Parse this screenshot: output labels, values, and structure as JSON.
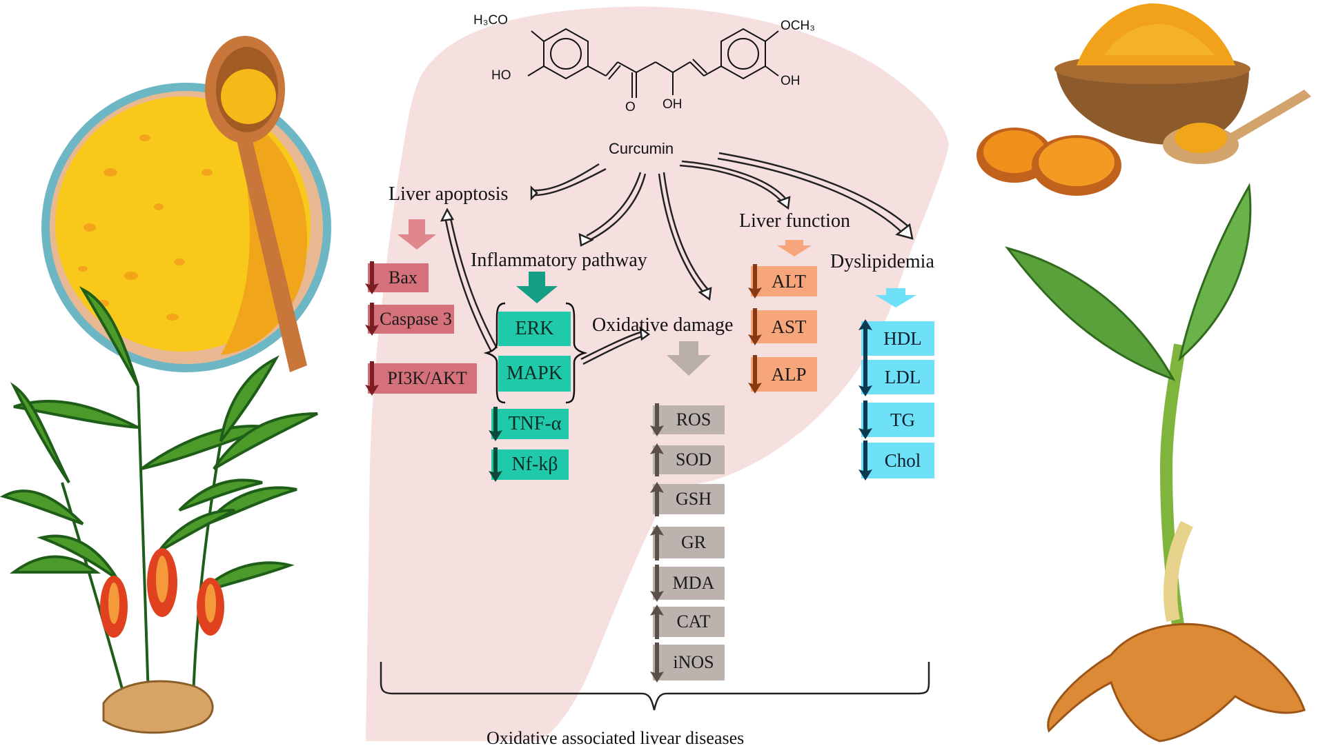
{
  "molecule": {
    "methoxy_left": "H₃CO",
    "methoxy_right": "OCH₃",
    "hydroxy_left": "HO",
    "hydroxy_right": "OH",
    "keto_o": "O",
    "enol_oh": "OH"
  },
  "curcumin_label": "Curcumin",
  "categories": {
    "liver_apoptosis": "Liver apoptosis",
    "inflammatory": "Inflammatory pathway",
    "oxidative": "Oxidative damage",
    "liver_function": "Liver function",
    "dyslipidemia": "Dyslipidemia"
  },
  "apoptosis_markers": [
    {
      "label": "Bax",
      "direction": "down"
    },
    {
      "label": "Caspase 3",
      "direction": "down"
    },
    {
      "label": "PI3K/AKT",
      "direction": "down"
    }
  ],
  "inflammatory_markers": [
    {
      "label": "ERK",
      "direction": "none"
    },
    {
      "label": "MAPK",
      "direction": "none"
    },
    {
      "label": "TNF-α",
      "direction": "down"
    },
    {
      "label": "Nf-kβ",
      "direction": "down"
    }
  ],
  "oxidative_markers": [
    {
      "label": "ROS",
      "direction": "down"
    },
    {
      "label": "SOD",
      "direction": "up"
    },
    {
      "label": "GSH",
      "direction": "up"
    },
    {
      "label": "GR",
      "direction": "up"
    },
    {
      "label": "MDA",
      "direction": "down"
    },
    {
      "label": "CAT",
      "direction": "up"
    },
    {
      "label": "iNOS",
      "direction": "down"
    }
  ],
  "liver_function_markers": [
    {
      "label": "ALT",
      "direction": "down"
    },
    {
      "label": "AST",
      "direction": "down"
    },
    {
      "label": "ALP",
      "direction": "down"
    }
  ],
  "dyslipidemia_markers": [
    {
      "label": "HDL",
      "direction": "up"
    },
    {
      "label": "LDL",
      "direction": "down"
    },
    {
      "label": "TG",
      "direction": "down"
    },
    {
      "label": "Chol",
      "direction": "down"
    }
  ],
  "footer": "Oxidative associated livear diseases",
  "colors": {
    "apoptosis_box": "#d4717a",
    "apoptosis_arrow": "#7a1e24",
    "inflammatory_box": "#1fc9a9",
    "inflammatory_arrow": "#0e4a3a",
    "oxidative_box": "#bdb3ae",
    "oxidative_arrow": "#5b4f4a",
    "function_box": "#f7a57a",
    "function_arrow": "#8a3a12",
    "lipid_box": "#6ee0f7",
    "lipid_arrow": "#0d3a52",
    "liver_shape": "#f4d6d6",
    "turmeric": "#f0a51a"
  },
  "icons": [
    "turmeric-powder-bowl-illustration",
    "turmeric-plant-flowers-illustration",
    "turmeric-powder-bowl-slices-illustration",
    "turmeric-sprout-root-illustration",
    "liver-silhouette",
    "curcumin-molecule-structure"
  ]
}
